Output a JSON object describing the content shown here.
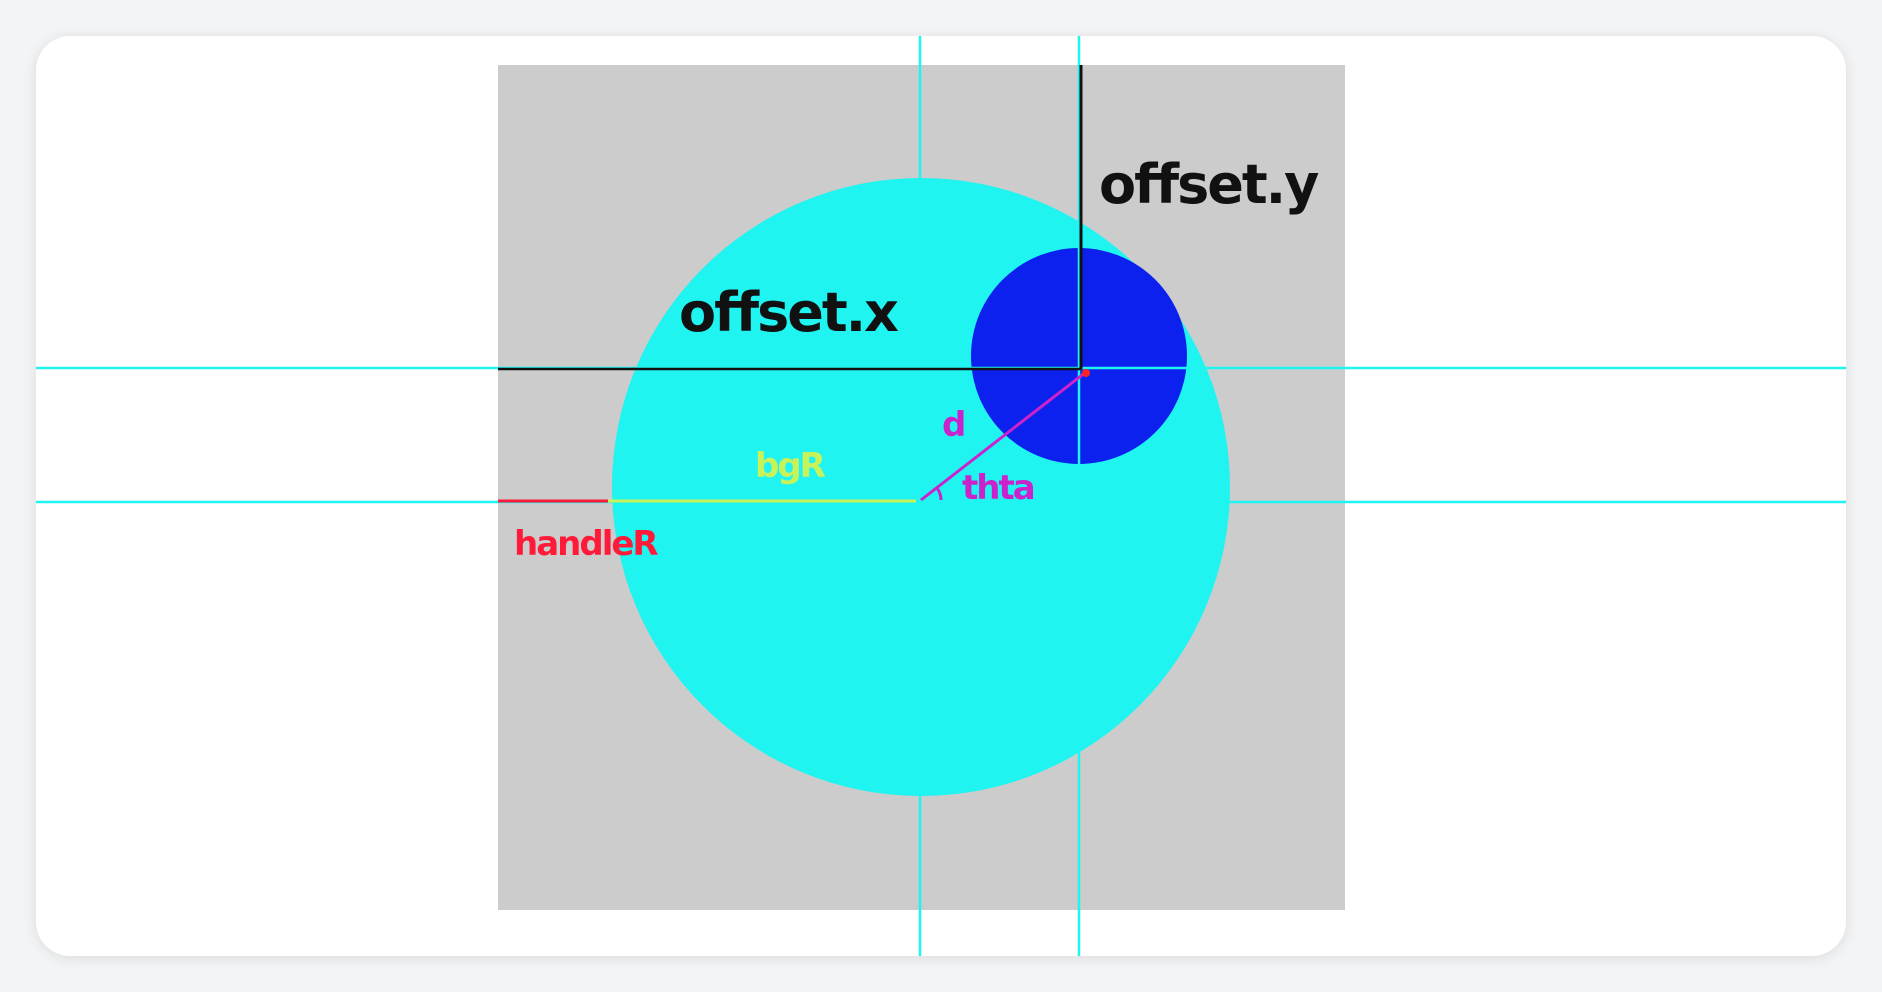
{
  "labels": {
    "offset_x": "offset.x",
    "offset_y": "offset.y",
    "bgR": "bgR",
    "handleR": "handleR",
    "d": "d",
    "thta": "thta"
  },
  "colors": {
    "page_background": "#f3f4f5",
    "card": "#ffffff",
    "canvas_background": "#cccccc",
    "background_circle": "#1ff4f1",
    "handle_circle": "#0c20ee",
    "guide_lines": "#1ff4f1",
    "offset_lines": "#000000",
    "bgR_line": "#c8f25a",
    "handleR_line": "#ff1a3a",
    "d_line": "#cc22cc",
    "center_point": "#ff2222"
  }
}
